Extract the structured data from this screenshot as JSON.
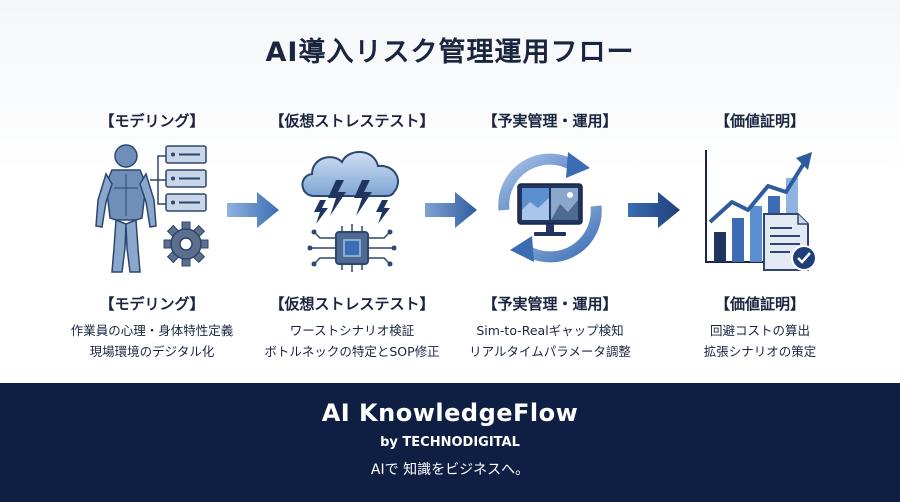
{
  "title": "AI導入リスク管理運用フロー",
  "steps": [
    {
      "top_label": "【モデリング】",
      "icon": "humanoid-data-gear-icon",
      "label": "【モデリング】",
      "desc": [
        "作業員の心理・身体特性定義",
        "現場環境のデジタル化"
      ]
    },
    {
      "top_label": "【仮想ストレステスト】",
      "icon": "storm-cloud-chip-icon",
      "label": "【仮想ストレステスト】",
      "desc": [
        "ワーストシナリオ検証",
        "ボトルネックの特定とSOP修正"
      ]
    },
    {
      "top_label": "【予実管理・運用】",
      "icon": "cycle-monitor-icon",
      "label": "【予実管理・運用】",
      "desc": [
        "Sim-to-Realギャップ検知",
        "リアルタイムパラメータ調整"
      ]
    },
    {
      "top_label": "【価値証明】",
      "icon": "growth-chart-document-icon",
      "label": "【価値証明】",
      "desc": [
        "回避コストの算出",
        "拡張シナリオの策定"
      ]
    }
  ],
  "footer": {
    "brand": "AI KnowledgeFlow",
    "by": "by TECHNODIGITAL",
    "tagline": "AIで 知識をビジネスへ。"
  },
  "colors": {
    "navy": "#0f1f44",
    "text": "#1a2540",
    "accent_blue": "#3b6cb4",
    "light_blue": "#8fb3e0",
    "steel": "#4f6a8f"
  }
}
